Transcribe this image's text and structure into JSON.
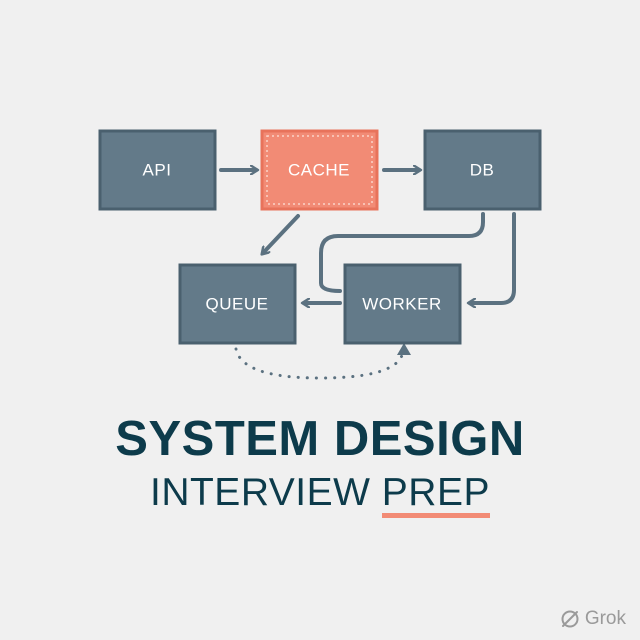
{
  "nodes": {
    "api": "API",
    "cache": "CACHE",
    "db": "DB",
    "queue": "QUEUE",
    "worker": "WORKER"
  },
  "title": {
    "line1": "SYSTEM DESIGN",
    "line2_prefix": "INTERVIEW ",
    "line2_highlight": "PREP"
  },
  "watermark": {
    "label": "Grok"
  },
  "colors": {
    "background": "#f0f0f0",
    "node_fill": "#637a89",
    "node_border": "#4a606e",
    "accent_fill": "#f28b75",
    "accent_border": "#e8735b",
    "arrow": "#5b7180",
    "title_text": "#0d3b4b",
    "highlight_underline": "#f28b75",
    "watermark": "#9a9a9a"
  },
  "icons": {
    "watermark_icon": "grok-logo-icon"
  }
}
